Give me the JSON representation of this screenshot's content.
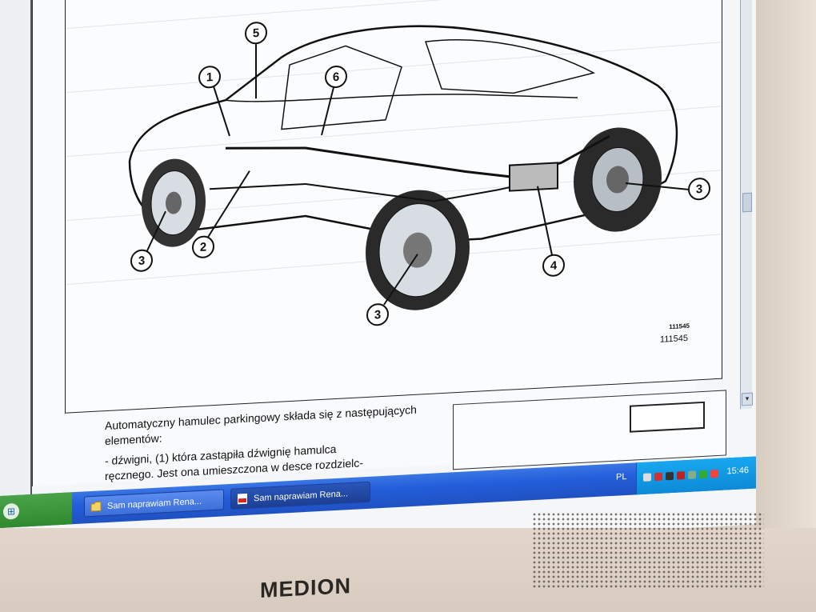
{
  "document": {
    "figure_number_small": "111545",
    "figure_number": "111545",
    "callouts": [
      "1",
      "2",
      "3",
      "4",
      "5",
      "6"
    ],
    "body_text": {
      "intro": "Automatyczny hamulec parkingowy składa się z następujących elementów:",
      "item1_line1": "- dźwigni, (1) która zastąpiła dźwignię hamulca",
      "item1_line2": "ręcznego. Jest ona umieszczona w desce rozdzielc-"
    }
  },
  "taskbar": {
    "buttons": [
      {
        "label": "Sam naprawiam Rena...",
        "icon": "folder-icon"
      },
      {
        "label": "Sam naprawiam Rena...",
        "icon": "pdf-icon"
      }
    ],
    "language": "PL",
    "clock": "15:46"
  },
  "monitor": {
    "brand": "MEDION"
  }
}
